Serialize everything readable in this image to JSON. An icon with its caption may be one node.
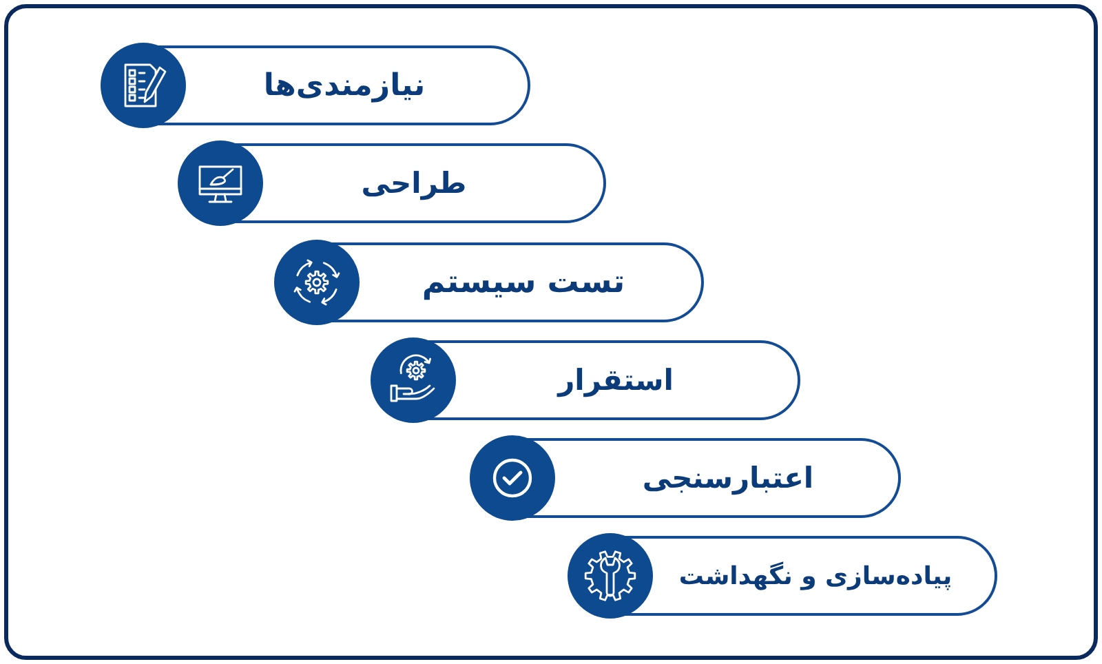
{
  "diagram": {
    "nodes": [
      {
        "text": [
          "نیازمندی‌ها"
        ]
      },
      {
        "text": [
          "طراحی"
        ]
      },
      {
        "text": [
          "تست سیستم"
        ]
      },
      {
        "text": [
          "استقرار"
        ]
      },
      {
        "text": [
          "اعتبارسنجی"
        ]
      },
      {
        "text": [
          "پیاده‌سازی و نگهداشت"
        ]
      }
    ]
  }
}
